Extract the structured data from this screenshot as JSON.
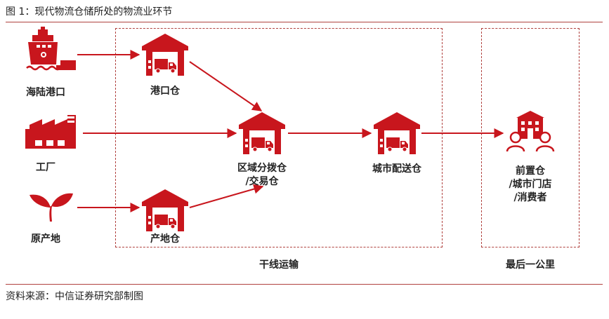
{
  "title": "图 1：现代物流仓储所处的物流业环节",
  "footer": "资料来源：中信证券研究部制图",
  "colors": {
    "accent": "#c8161d",
    "rule": "#b0413e",
    "text": "#222222"
  },
  "sources": [
    {
      "label": "海陆港口",
      "icon": "ship-icon"
    },
    {
      "label": "工厂",
      "icon": "factory-icon"
    },
    {
      "label": "原产地",
      "icon": "sprout-icon"
    }
  ],
  "warehouses": {
    "port": {
      "label": "港口仓",
      "icon": "warehouse-truck-icon"
    },
    "origin": {
      "label": "产地仓",
      "icon": "warehouse-truck-icon"
    },
    "regional": {
      "label_line1": "区域分拨仓",
      "label_line2": "/交易仓",
      "icon": "warehouse-truck-icon"
    },
    "city": {
      "label": "城市配送仓",
      "icon": "warehouse-truck-icon"
    },
    "front": {
      "label_line1": "前置仓",
      "label_line2": "/城市门店",
      "label_line3": "/消费者",
      "icon": "store-people-icon"
    }
  },
  "groups": {
    "trunk": "干线运输",
    "last_mile": "最后一公里"
  }
}
